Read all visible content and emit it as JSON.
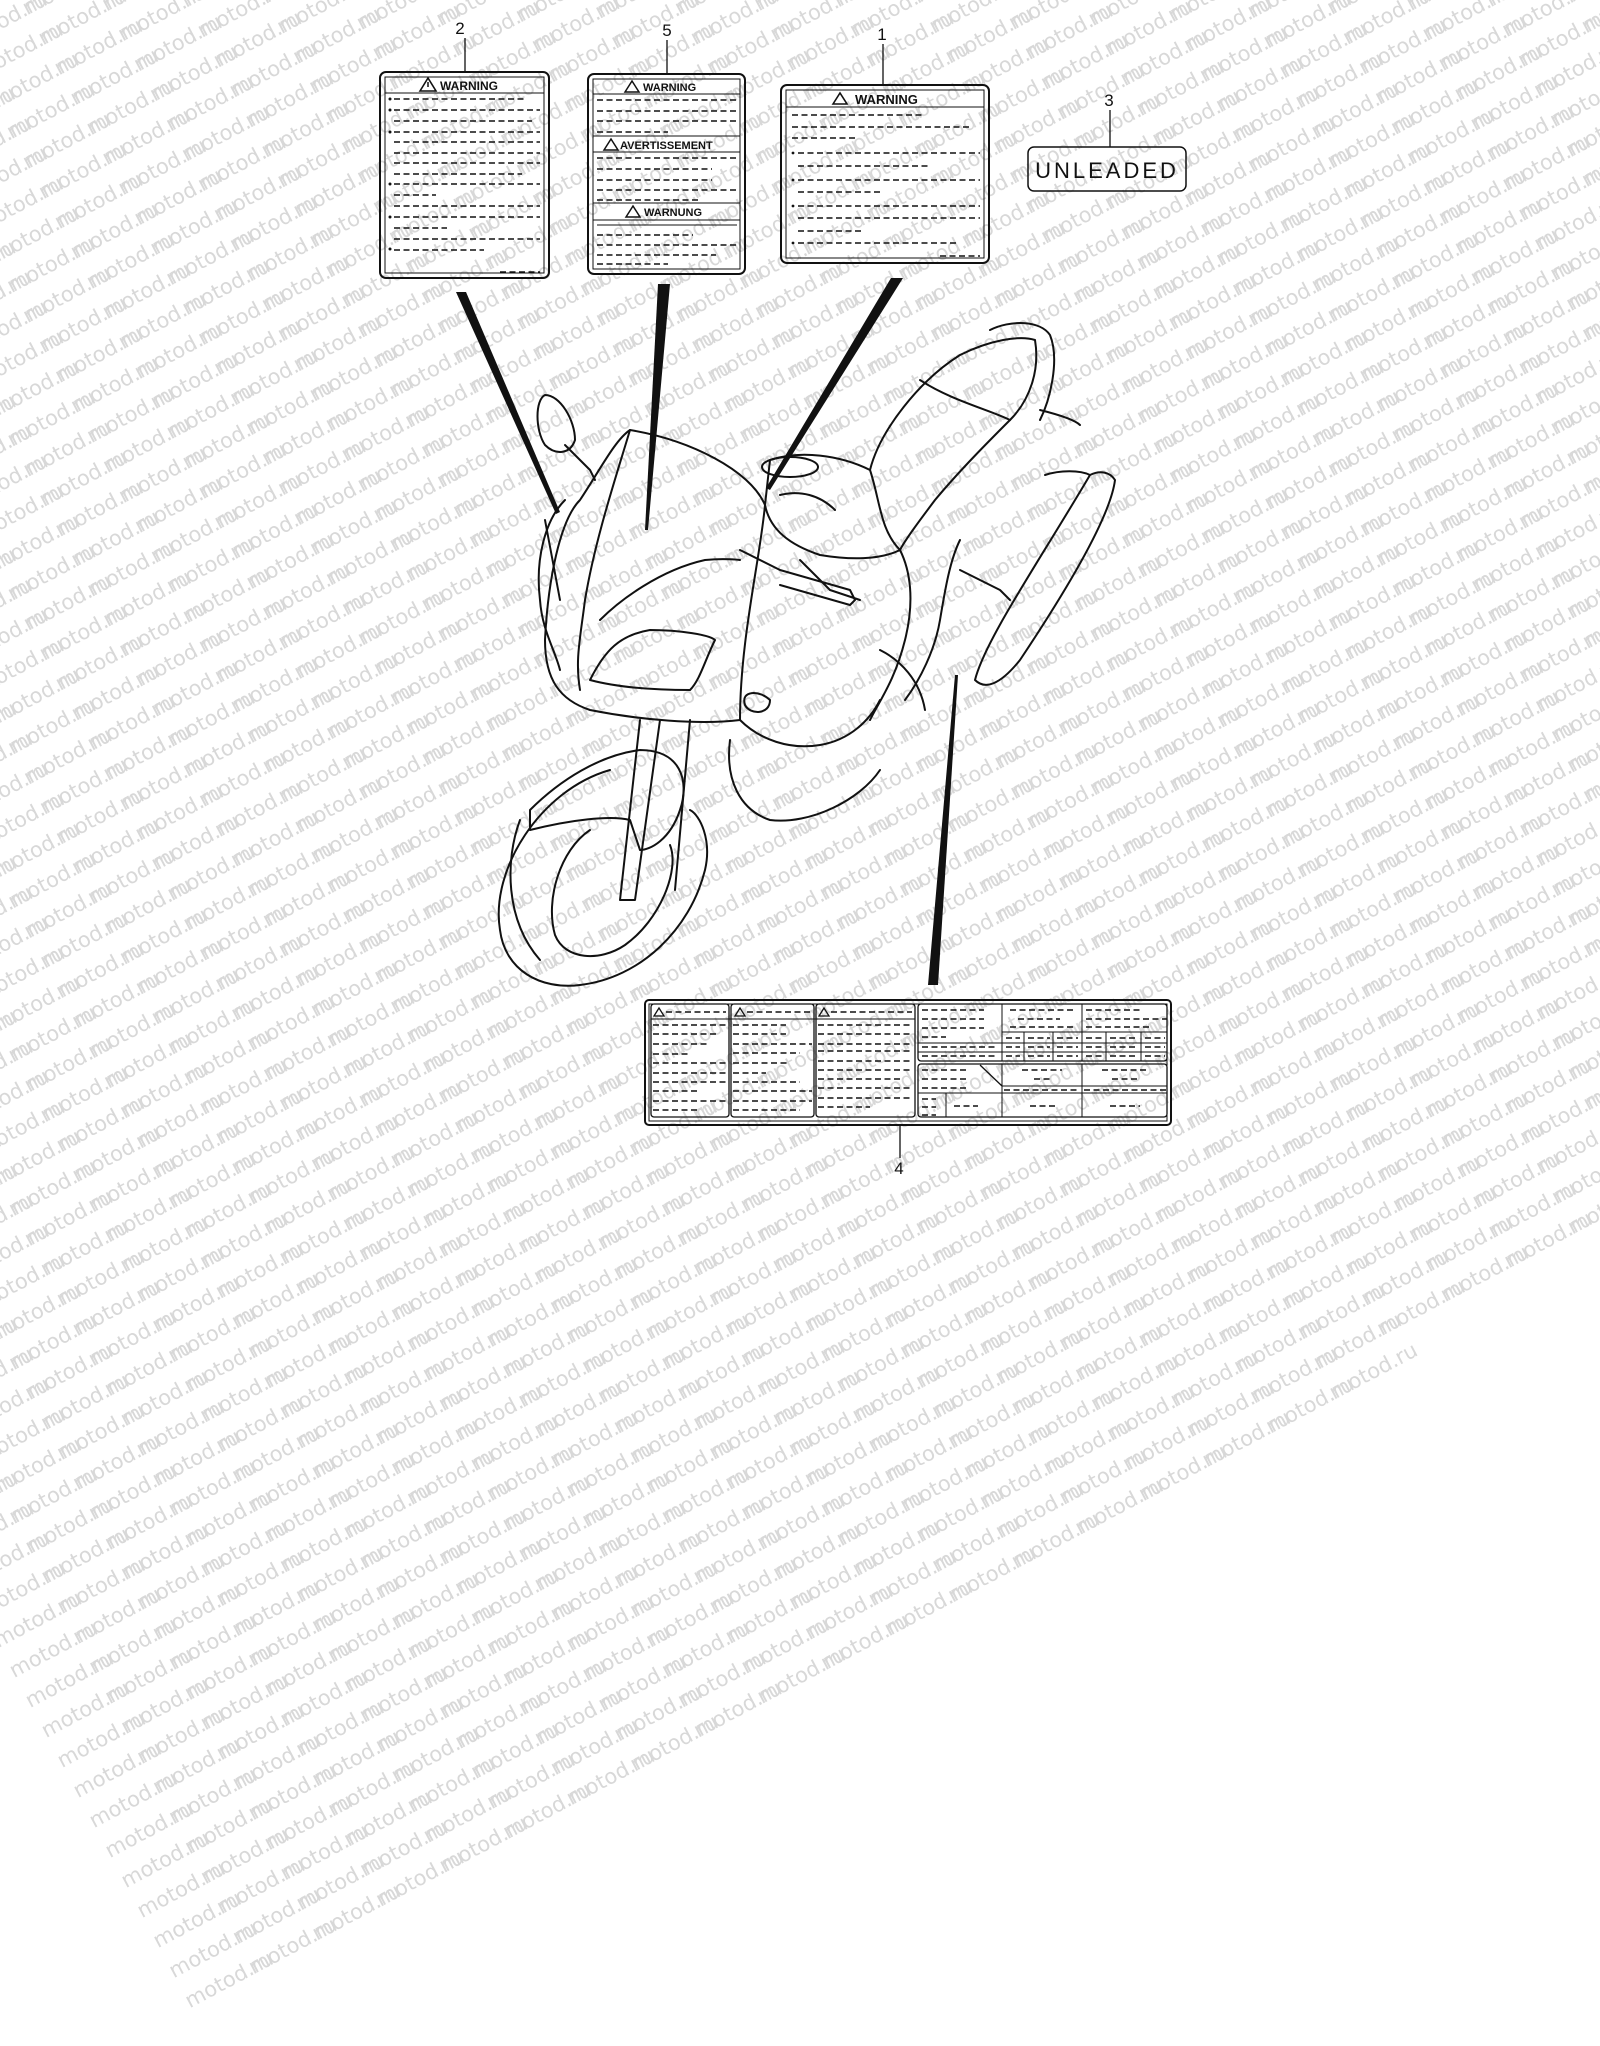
{
  "watermark": {
    "text": "motod.ru",
    "color": "#d8d8d8"
  },
  "diagram": {
    "subject": "motorcycle labels and decals",
    "callouts": [
      {
        "id": "1",
        "label": "1",
        "part": "warning-label-fuel-tank",
        "header": "WARNING"
      },
      {
        "id": "2",
        "label": "2",
        "part": "warning-label-left-cowl",
        "header": "WARNING"
      },
      {
        "id": "3",
        "label": "3",
        "part": "unleaded-fuel-label",
        "text": "UNLEADED"
      },
      {
        "id": "4",
        "label": "4",
        "part": "information-label-tire-pressure"
      },
      {
        "id": "5",
        "label": "5",
        "part": "warning-label-multilingual",
        "headers": [
          "WARNING",
          "AVERTISSEMENT",
          "WARNUNG"
        ]
      }
    ]
  },
  "labels": {
    "l1": {
      "num": "1",
      "header": "WARNING"
    },
    "l2": {
      "num": "2",
      "header": "WARNING"
    },
    "l3": {
      "num": "3",
      "text": "UNLEADED"
    },
    "l4": {
      "num": "4"
    },
    "l5": {
      "num": "5",
      "h1": "WARNING",
      "h2": "AVERTISSEMENT",
      "h3": "WARNUNG"
    }
  },
  "colors": {
    "ink": "#111111",
    "background": "#ffffff",
    "watermark": "#d8d8d8"
  }
}
